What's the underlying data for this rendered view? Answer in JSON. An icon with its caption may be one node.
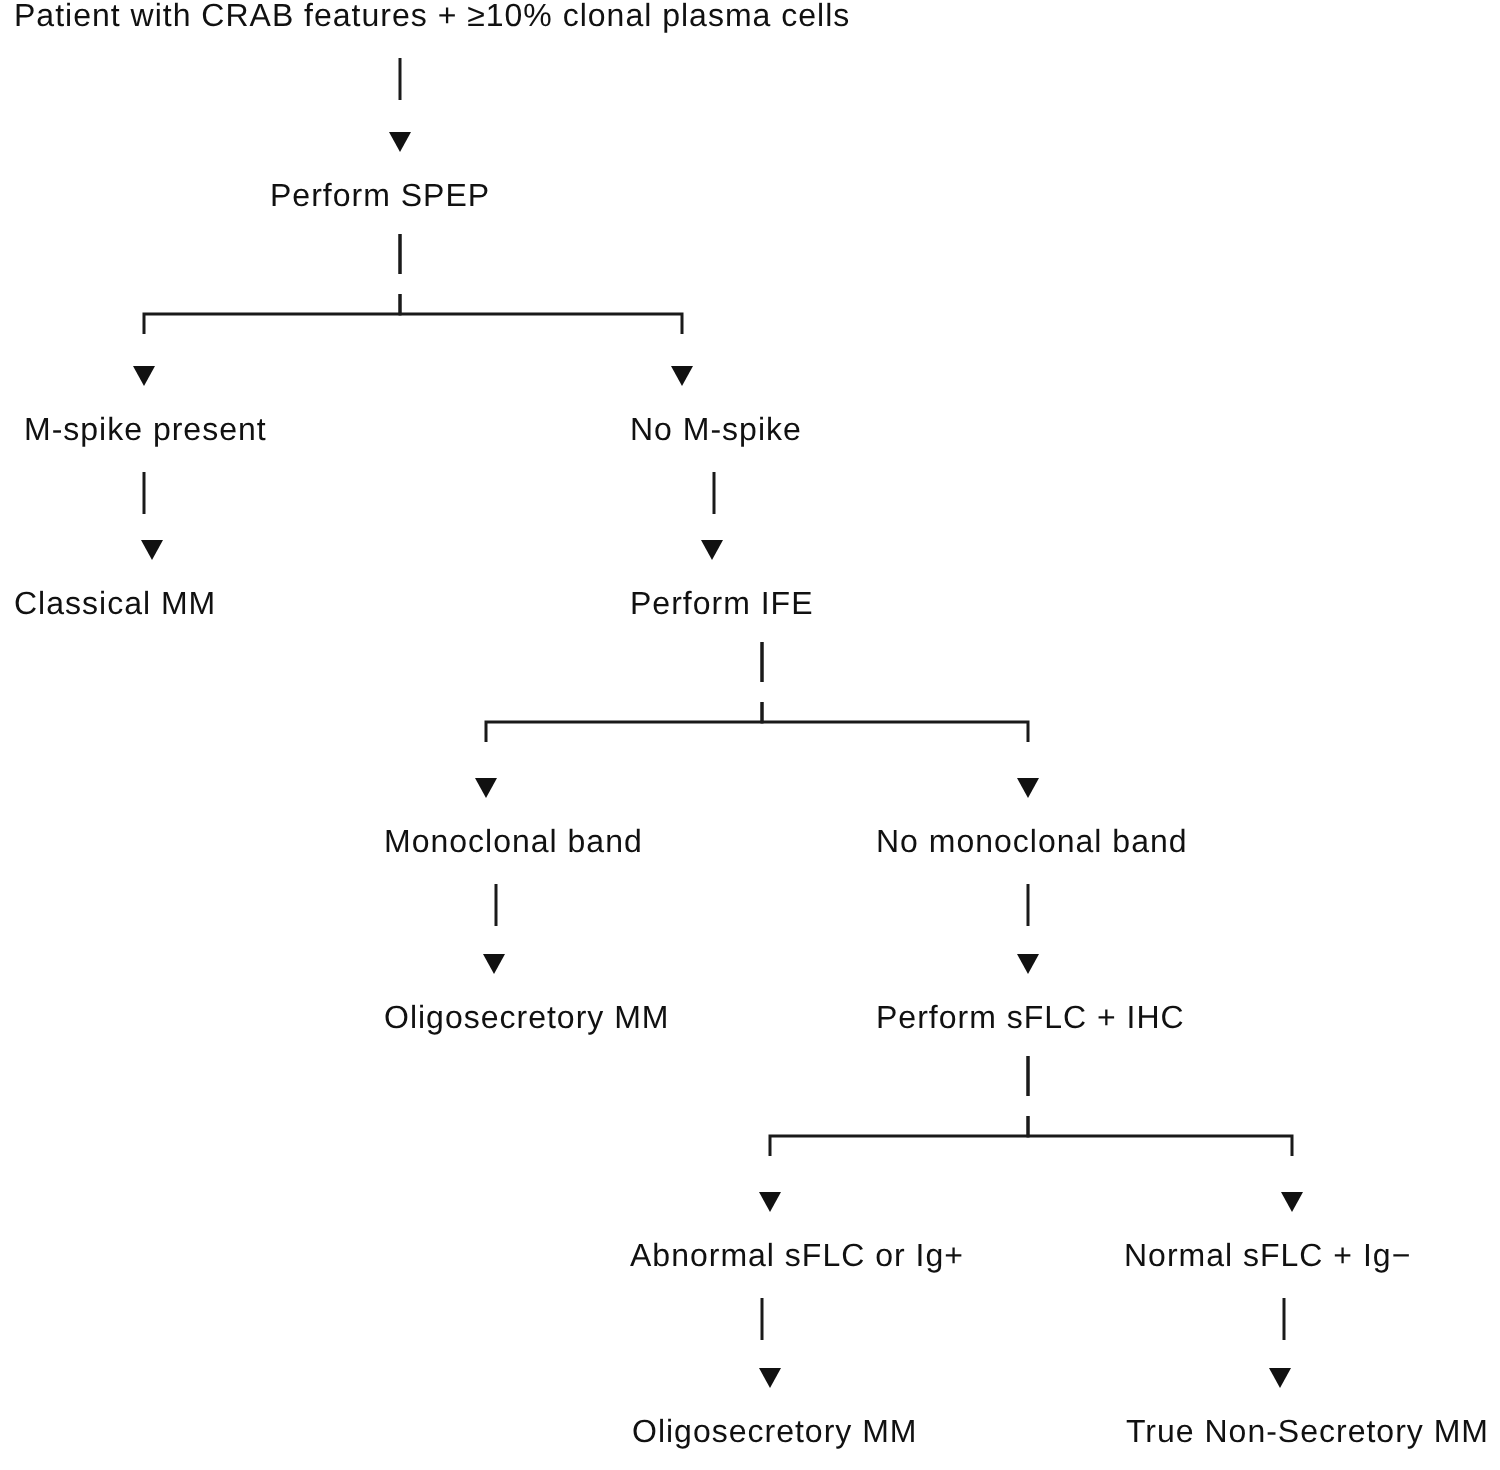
{
  "diagram": {
    "nodes": [
      {
        "text": [
          "Patient with CRAB features + ≥10% clonal plasma cells"
        ]
      },
      {
        "text": [
          "Perform SPEP"
        ]
      },
      {
        "text": [
          "M-spike present"
        ]
      },
      {
        "text": [
          "No M-spike"
        ]
      },
      {
        "text": [
          "Classical MM"
        ]
      },
      {
        "text": [
          "Perform IFE"
        ]
      },
      {
        "text": [
          "Monoclonal band"
        ]
      },
      {
        "text": [
          "No monoclonal band"
        ]
      },
      {
        "text": [
          "Oligosecretory MM"
        ]
      },
      {
        "text": [
          "Perform sFLC + IHC"
        ]
      },
      {
        "text": [
          "Abnormal sFLC or Ig+"
        ]
      },
      {
        "text": [
          "Normal sFLC + Ig−"
        ]
      },
      {
        "text": [
          "Oligosecretory MM"
        ]
      },
      {
        "text": [
          "True Non-Secretory MM"
        ]
      }
    ],
    "edges": [
      {
        "from": 0,
        "to": 1,
        "arrow": "to"
      },
      {
        "from": 1,
        "to": 2,
        "arrow": "to"
      },
      {
        "from": 1,
        "to": 3,
        "arrow": "to"
      },
      {
        "from": 2,
        "to": 4,
        "arrow": "to"
      },
      {
        "from": 3,
        "to": 5,
        "arrow": "to"
      },
      {
        "from": 5,
        "to": 6,
        "arrow": "to"
      },
      {
        "from": 5,
        "to": 7,
        "arrow": "to"
      },
      {
        "from": 6,
        "to": 8,
        "arrow": "to"
      },
      {
        "from": 7,
        "to": 9,
        "arrow": "to"
      },
      {
        "from": 9,
        "to": 10,
        "arrow": "to"
      },
      {
        "from": 9,
        "to": 11,
        "arrow": "to"
      },
      {
        "from": 10,
        "to": 12,
        "arrow": "to"
      },
      {
        "from": 11,
        "to": 13,
        "arrow": "to"
      }
    ]
  }
}
